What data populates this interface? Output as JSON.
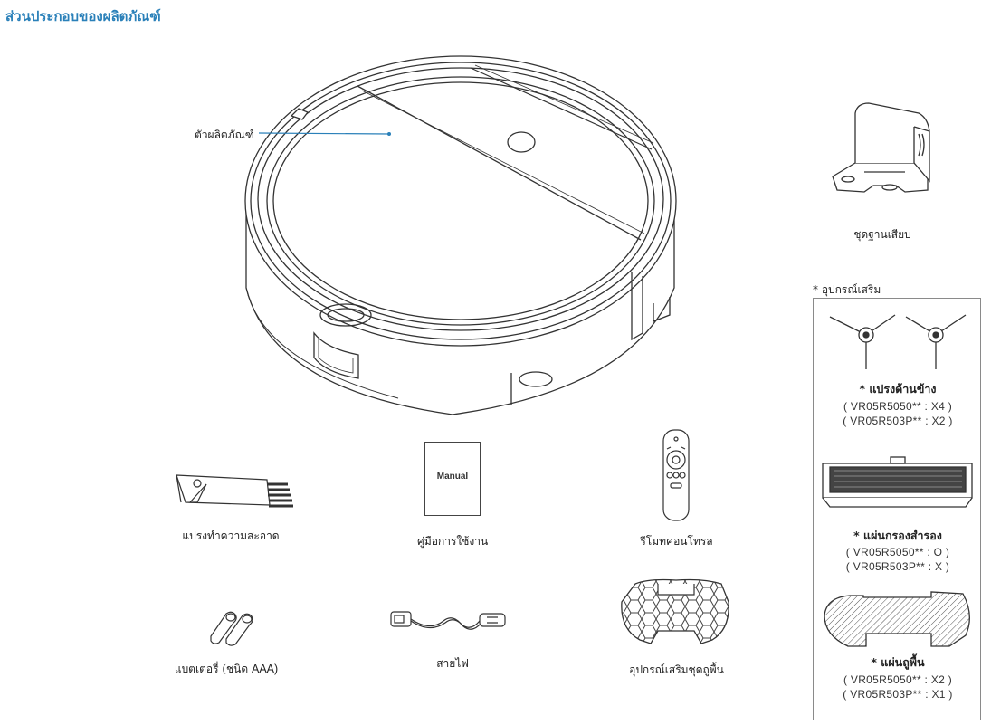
{
  "title": "ส่วนประกอบของผลิตภัณฑ์",
  "product_label": "ตัวผลิตภัณฑ์",
  "docking": {
    "label": "ชุดฐานเสียบ"
  },
  "items": {
    "cleaning_brush": "แปรงทำความสะอาด",
    "manual_text": "Manual",
    "manual": "คู่มือการใช้งาน",
    "remote": "รีโมทคอนโทรล",
    "battery_prefix": "แบตเตอรี่ (ชนิด ",
    "battery_type": "AAA)",
    "power_cord": "สายไฟ",
    "mop_accessory": "อุปกรณ์เสริมชุดถูพื้น"
  },
  "optional": {
    "header": "* อุปกรณ์เสริม",
    "side_brush": {
      "title": "* แปรงด้านข้าง",
      "codes": [
        "( VR05R5050** : X4 )",
        "( VR05R503P** : X2 )"
      ]
    },
    "filter": {
      "title": "* แผ่นกรองสำรอง",
      "codes": [
        "( VR05R5050** : O )",
        "( VR05R503P** : X )"
      ]
    },
    "mop": {
      "title": "* แผ่นถูพื้น",
      "codes": [
        "( VR05R5050** : X2 )",
        "( VR05R503P** : X1 )"
      ]
    }
  },
  "colors": {
    "title": "#2a80b9",
    "callout_line": "#2a80b9",
    "line_art": "#333333"
  }
}
